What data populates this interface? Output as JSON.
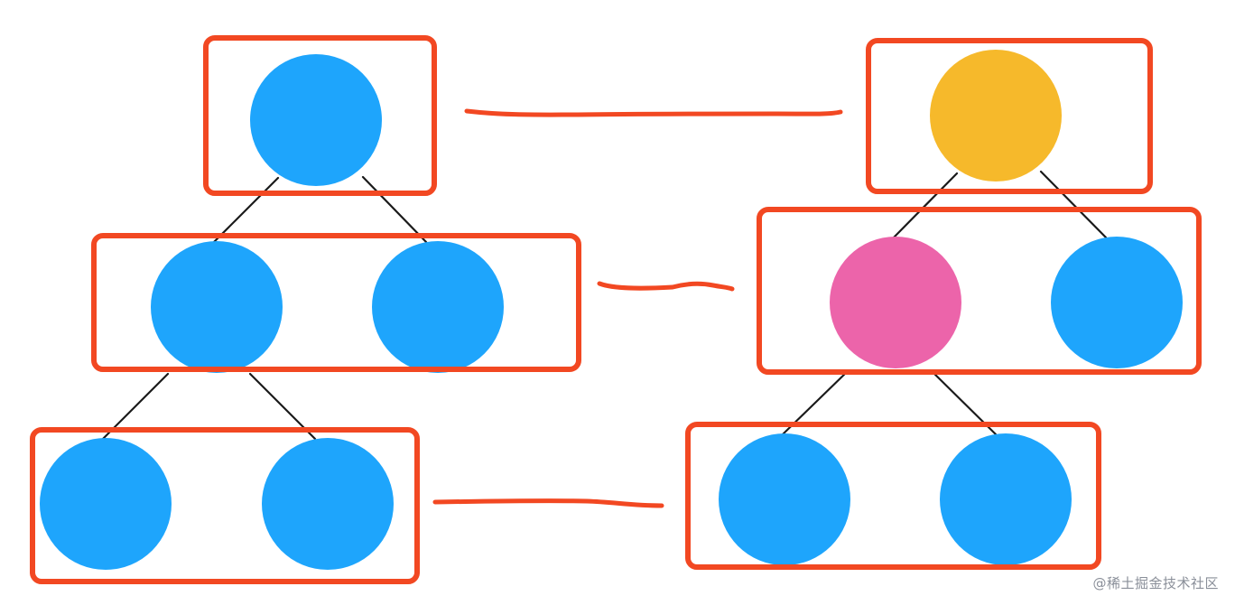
{
  "diagram": {
    "colors": {
      "frame": "#F24822",
      "edge": "#1a1a1a",
      "node_default": "#1EA5FC",
      "node_highlight_top": "#F6B92B",
      "node_highlight_mid": "#EC64AA"
    },
    "left_tree": {
      "levels": [
        {
          "nodes": [
            "blue"
          ]
        },
        {
          "nodes": [
            "blue",
            "blue"
          ]
        },
        {
          "nodes": [
            "blue",
            "blue"
          ]
        }
      ]
    },
    "right_tree": {
      "levels": [
        {
          "nodes": [
            "yellow"
          ]
        },
        {
          "nodes": [
            "pink",
            "blue"
          ]
        },
        {
          "nodes": [
            "blue",
            "blue"
          ]
        }
      ]
    },
    "connectors": [
      "level-1",
      "level-2",
      "level-3"
    ]
  },
  "watermark": "@稀土掘金技术社区"
}
